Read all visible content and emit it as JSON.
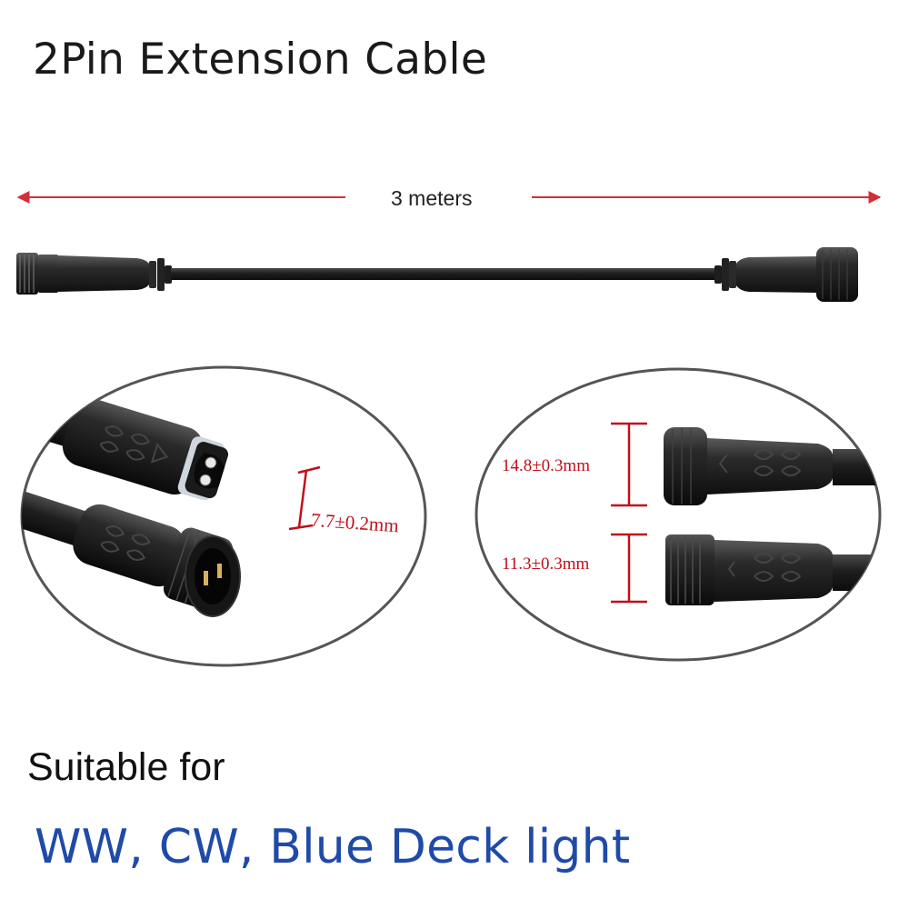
{
  "title": "2Pin Extension Cable",
  "length_label": "3 meters",
  "dimensions": {
    "female_opening": "7.7±0.2mm",
    "nut_diameter": "14.8±0.3mm",
    "male_thread": "11.3±0.3mm"
  },
  "suitable_label": "Suitable for",
  "products_line": "WW, CW, Blue Deck light",
  "colors": {
    "arrow": "#d32f3a",
    "dimension": "#c0101b",
    "products_text": "#1f4aa8",
    "cable": "#1c1c1c"
  },
  "icons": {
    "leaf_emboss": "leaf-icon",
    "arrow_emboss": "arrow-icon"
  }
}
